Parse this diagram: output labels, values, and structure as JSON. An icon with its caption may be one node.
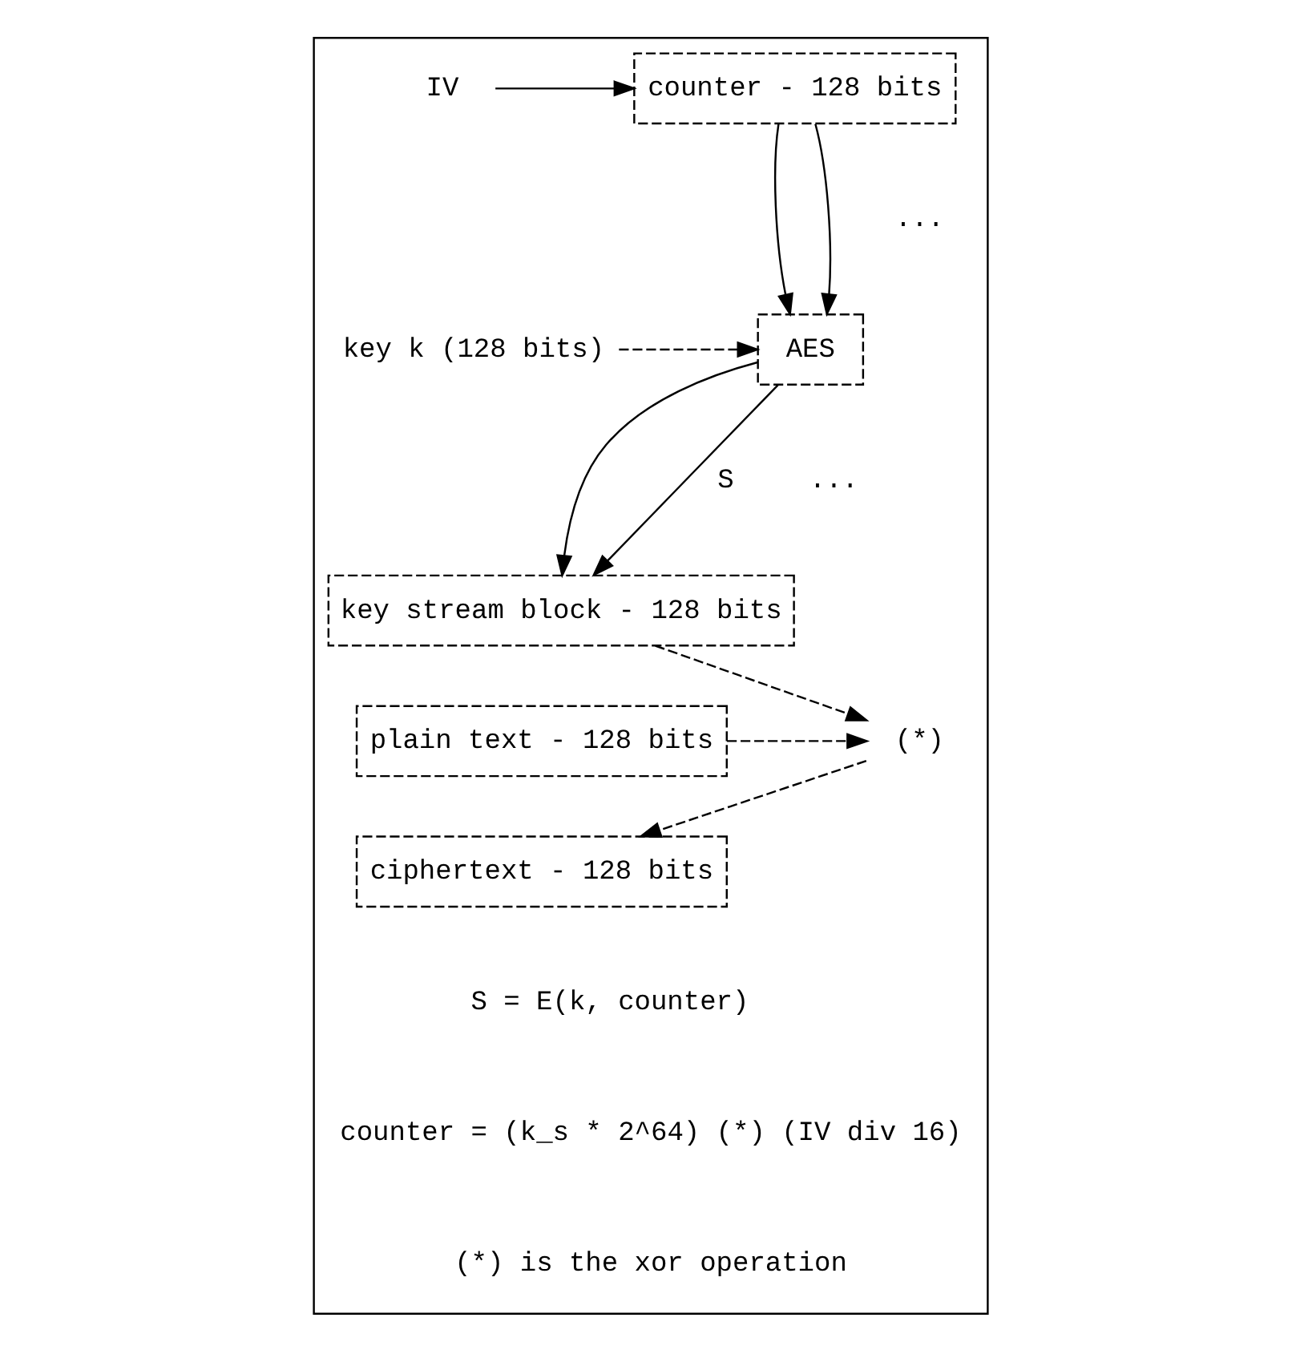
{
  "diagram": {
    "nodes": [
      {
        "text": [],
        "shape": "box"
      },
      {
        "text": [
          "counter - 128 bits"
        ],
        "in": 0
      },
      {
        "text": [
          "IV"
        ],
        "in": 0
      },
      {
        "text": [
          "AES"
        ],
        "in": 0
      },
      {
        "text": [
          "key k (128 bits)"
        ],
        "in": 0
      },
      {
        "text": [
          "key stream block - 128 bits"
        ],
        "in": 0
      },
      {
        "text": [
          "plain text - 128 bits"
        ],
        "in": 0
      },
      {
        "text": [
          "(*)"
        ],
        "in": 0
      },
      {
        "text": [
          "ciphertext - 128 bits"
        ],
        "in": 0
      }
    ],
    "edges": [
      {
        "from": 2,
        "to": 1,
        "arrow": "to"
      },
      {
        "from": 1,
        "to": 3,
        "arrow": "to"
      },
      {
        "from": 1,
        "to": 3,
        "arrow": "to"
      },
      {
        "from": 4,
        "to": 3,
        "arrow": "to",
        "style": "dashed"
      },
      {
        "from": 3,
        "to": 5,
        "arrow": "to"
      },
      {
        "from": 3,
        "to": 5,
        "arrow": "to",
        "label": "S"
      },
      {
        "from": 5,
        "to": 7,
        "arrow": "to",
        "style": "dashed"
      },
      {
        "from": 6,
        "to": 7,
        "arrow": "to",
        "style": "dashed"
      },
      {
        "from": 7,
        "to": 8,
        "arrow": "to",
        "style": "dashed"
      }
    ],
    "labels": [
      "...",
      "...",
      "S = E(k, counter)",
      "counter = (k_s * 2^64) (*) (IV div 16)",
      "(*) is the xor operation"
    ]
  }
}
